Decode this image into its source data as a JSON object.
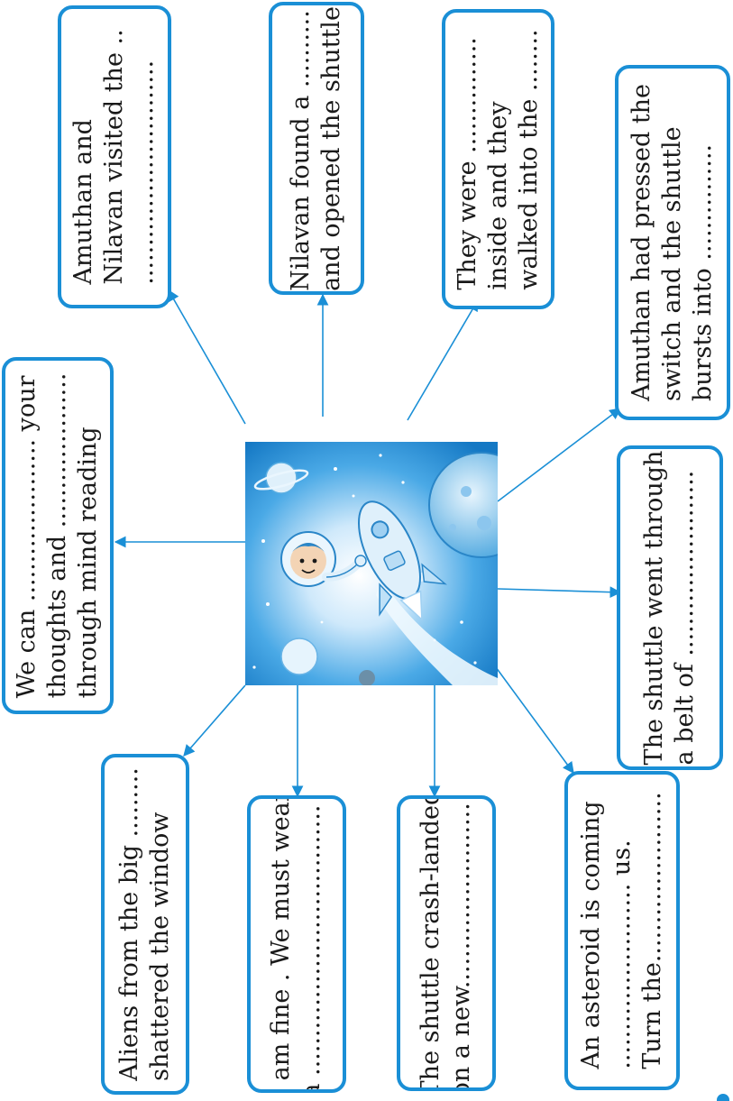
{
  "colors": {
    "accent": "#1a8fd6",
    "text": "#1a1a1a"
  },
  "boxes": {
    "visited": {
      "lines": [
        "Amuthan and",
        "Nilavan visited the ..",
        "............................."
      ]
    },
    "found": {
      "lines": [
        "Nilavan found a ..........",
        "and opened the shuttle"
      ]
    },
    "inside": {
      "lines": [
        "They were ...............",
        "inside and they",
        "walked into the ........"
      ]
    },
    "switch": {
      "lines": [
        "Amuthan had pressed the",
        "switch and the shuttle",
        "bursts into ..............."
      ]
    },
    "thoughts": {
      "lines": [
        "We can ..................... your",
        "thoughts and ....................",
        "through mind reading"
      ]
    },
    "belt": {
      "lines": [
        "The shuttle went through",
        "a belt of ........................"
      ]
    },
    "aliens": {
      "lines": [
        "Aliens from the big .........",
        "shattered the window"
      ]
    },
    "wear": {
      "lines": [
        "I am fine . We must wear",
        "a ..................................."
      ]
    },
    "crash": {
      "lines": [
        "The shuttle crash-landed",
        "on a new........................"
      ]
    },
    "asteroid": {
      "lines": [
        "An asteroid is coming",
        "........................ us.",
        "Turn the......................"
      ]
    }
  },
  "illustration": {
    "icon": "astronaut-rocket-space-illustration"
  }
}
